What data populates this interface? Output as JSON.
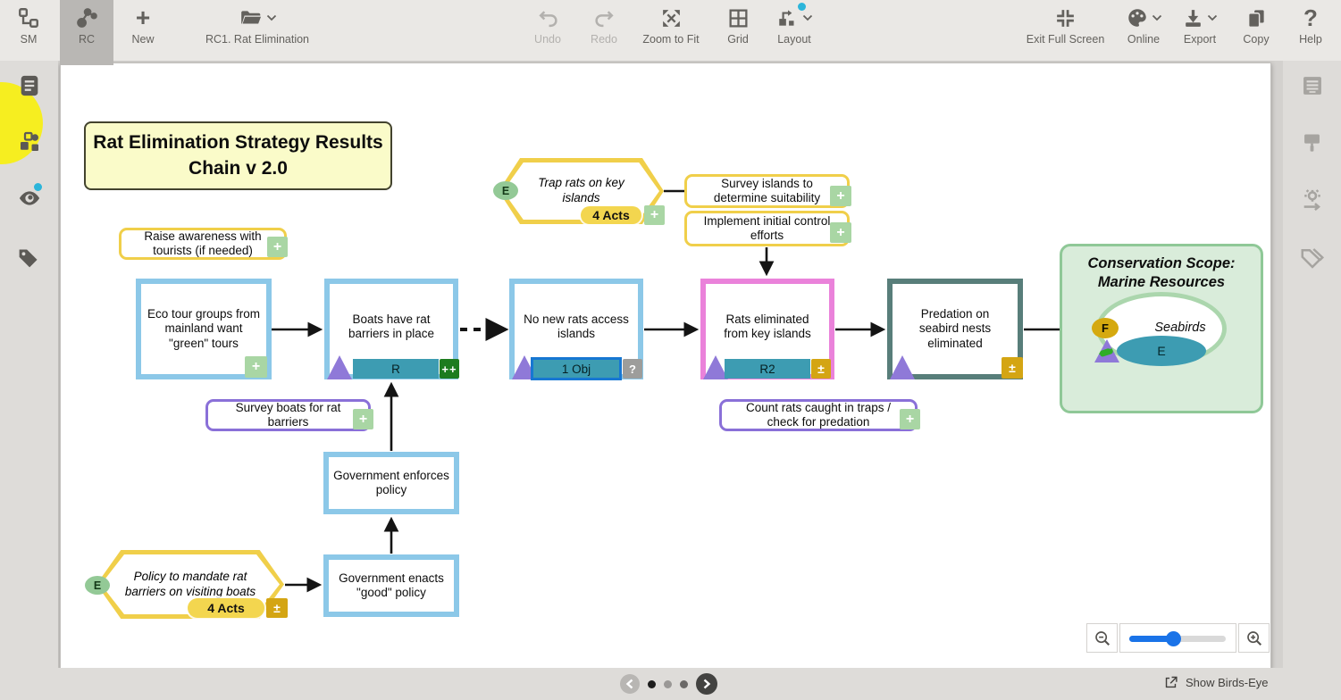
{
  "toolbar": {
    "sm": "SM",
    "rc": "RC",
    "new": "New",
    "file": "RC1. Rat Elimination",
    "undo": "Undo",
    "redo": "Redo",
    "zoom_to_fit": "Zoom to Fit",
    "grid": "Grid",
    "layout": "Layout",
    "exit_full_screen": "Exit Full Screen",
    "online": "Online",
    "export": "Export",
    "copy": "Copy",
    "help": "Help"
  },
  "diagram": {
    "title": "Rat Elimination Strategy Results Chain v 2.0",
    "strategy_trap": {
      "text": "Trap rats on key islands",
      "acts": "4 Acts"
    },
    "strategy_policy": {
      "text": "Policy to mandate rat barriers on visiting boats",
      "acts": "4 Acts"
    },
    "act_survey_islands": {
      "text": "Survey islands to determine suitability"
    },
    "act_implement": {
      "text": "Implement initial control efforts"
    },
    "act_raise": {
      "text": "Raise awareness with tourists (if needed)"
    },
    "act_survey_boats": {
      "text": "Survey boats for rat barriers"
    },
    "act_count_rats": {
      "text": "Count rats caught in traps / check for predation"
    },
    "res_eco": {
      "text": "Eco tour groups from mainland want \"green\" tours"
    },
    "res_boats": {
      "text": "Boats have rat barriers in place",
      "bar": "R"
    },
    "res_norats": {
      "text": "No new rats access islands",
      "bar": "1 Obj"
    },
    "res_elim": {
      "text": "Rats eliminated from key islands",
      "bar": "R2"
    },
    "res_pred": {
      "text": "Predation on seabird nests eliminated"
    },
    "res_gov_enforces": {
      "text": "Government enforces policy"
    },
    "res_gov_enacts": {
      "text": "Government enacts \"good\" policy"
    },
    "scope": {
      "title": "Conservation Scope: Marine Resources",
      "target": "Seabirds"
    }
  },
  "badges": {
    "plus": "+",
    "double_plus": "++",
    "plus_minus": "±",
    "question": "?",
    "e": "E",
    "f": "F"
  },
  "zoom_control": {
    "thumb_percent": 45
  },
  "footer": {
    "show_birdseye": "Show Birds-Eye"
  },
  "colors": {
    "accent_blue": "#1a73e8",
    "teal_bar": "#3d9cb2",
    "result_border_blue": "#8cc8e8",
    "result_border_pink": "#ea82da",
    "result_border_slate": "#587e7a",
    "strategy_yellow": "#f0cf4a",
    "activity_purple": "#8a70d8",
    "scope_green": "#8fc897",
    "badge_green": "#a9d6a4",
    "badge_gold": "#d4a513",
    "badge_dark_green": "#1d7c1f",
    "triangle_purple": "#8f79d8",
    "notification_blue": "#2cb5da",
    "click_highlight_yellow": "#f6ee20"
  }
}
